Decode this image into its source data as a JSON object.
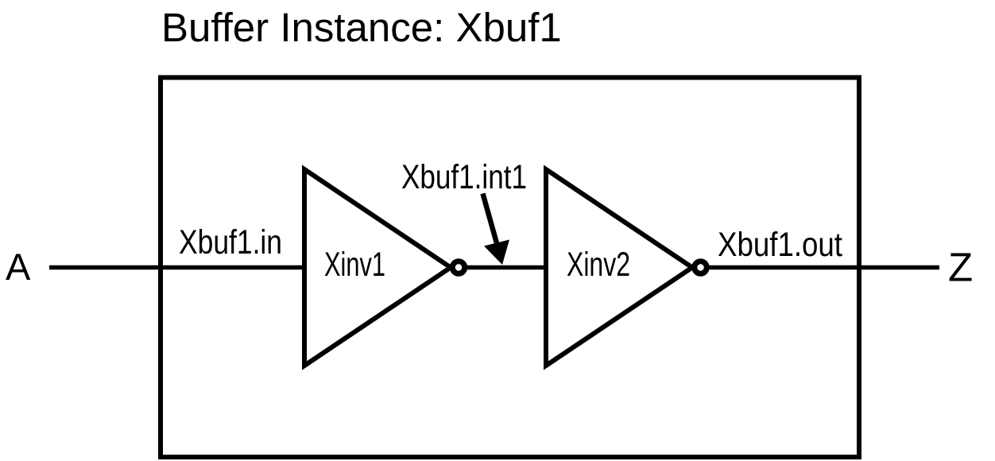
{
  "title": "Buffer Instance: Xbuf1",
  "ports": {
    "input": "A",
    "output": "Z"
  },
  "nets": {
    "in": "Xbuf1.in",
    "internal": "Xbuf1.int1",
    "out": "Xbuf1.out"
  },
  "gates": {
    "inv1": "Xinv1",
    "inv2": "Xinv2"
  },
  "colors": {
    "line": "#000000",
    "background": "#ffffff"
  }
}
